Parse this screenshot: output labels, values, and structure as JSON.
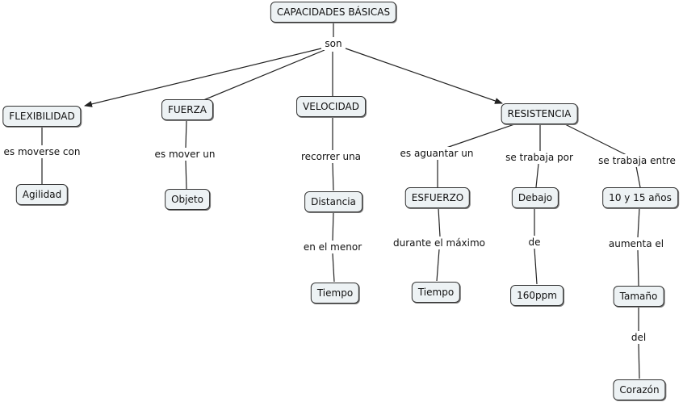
{
  "colors": {
    "node_fill": "#edf2f4",
    "line": "#222222"
  },
  "nodes": {
    "root": "CAPACIDADES BÁSICAS",
    "flexibilidad": "FLEXIBILIDAD",
    "fuerza": "FUERZA",
    "velocidad": "VELOCIDAD",
    "resistencia": "RESISTENCIA",
    "agilidad": "Agilidad",
    "objeto": "Objeto",
    "distancia": "Distancia",
    "tiempo_velocidad": "Tiempo",
    "esfuerzo": "ESFUERZO",
    "tiempo_esfuerzo": "Tiempo",
    "debajo": "Debajo",
    "ppm": "160ppm",
    "edad": "10 y 15 años",
    "tamano": "Tamaño",
    "corazon": "Corazón"
  },
  "links": {
    "son": "son",
    "moverse": "es moverse con",
    "mover": "es mover un",
    "recorrer": "recorrer una",
    "menor": "en el menor",
    "aguantar": "es aguantar un",
    "maximo": "durante el máximo",
    "trabaja_por": "se trabaja por",
    "de": "de",
    "trabaja_entre": "se trabaja entre",
    "aumenta": "aumenta el",
    "del": "del"
  }
}
